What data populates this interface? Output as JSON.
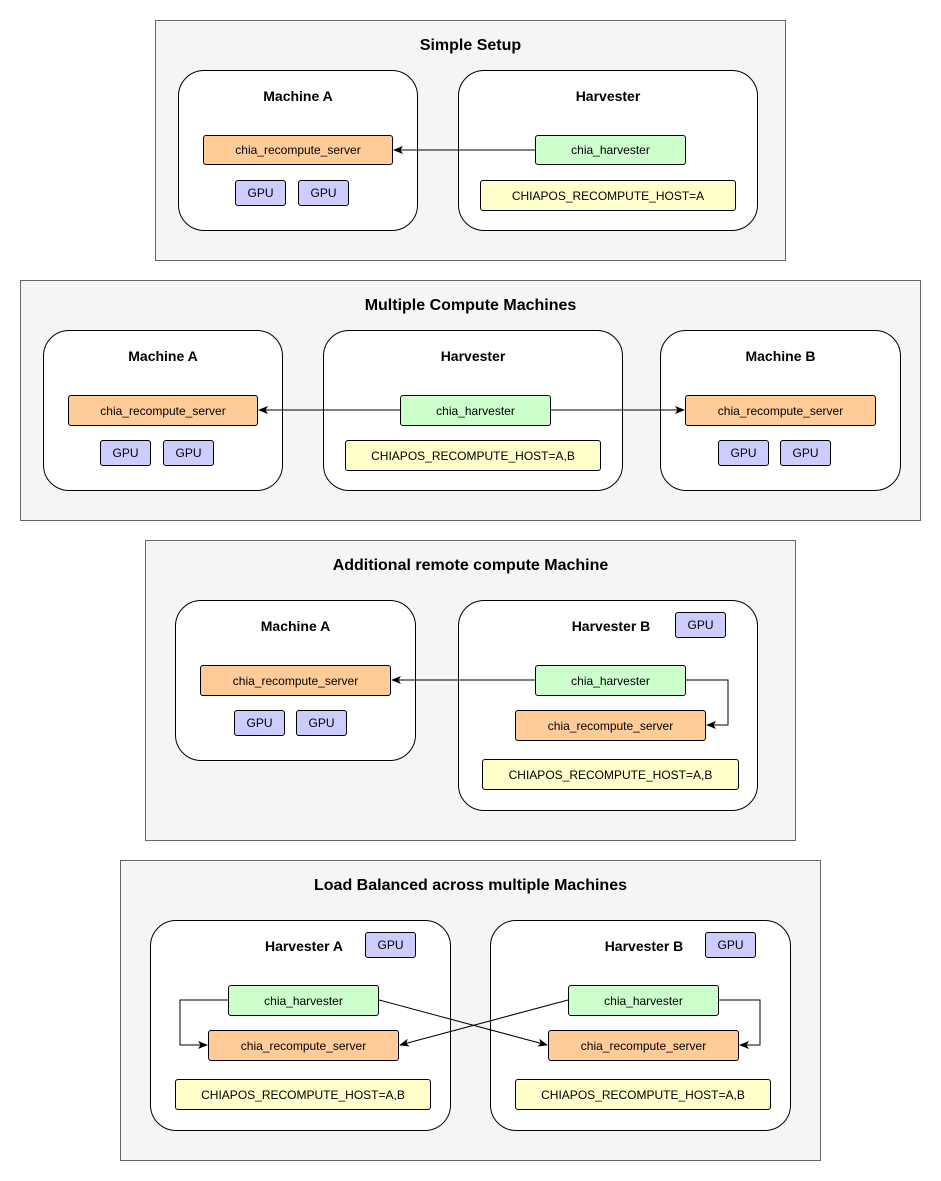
{
  "labels": {
    "server": "chia_recompute_server",
    "harvester": "chia_harvester",
    "gpu": "GPU",
    "env_a": "CHIAPOS_RECOMPUTE_HOST=A",
    "env_ab": "CHIAPOS_RECOMPUTE_HOST=A,B"
  },
  "sections": [
    {
      "title": "Simple Setup",
      "machines": [
        {
          "title": "Machine A"
        },
        {
          "title": "Harvester"
        }
      ]
    },
    {
      "title": "Multiple Compute Machines",
      "machines": [
        {
          "title": "Machine A"
        },
        {
          "title": "Harvester"
        },
        {
          "title": "Machine B"
        }
      ]
    },
    {
      "title": "Additional remote compute Machine",
      "machines": [
        {
          "title": "Machine A"
        },
        {
          "title": "Harvester B"
        }
      ]
    },
    {
      "title": "Load Balanced across multiple Machines",
      "machines": [
        {
          "title": "Harvester A"
        },
        {
          "title": "Harvester B"
        }
      ]
    }
  ],
  "colors": {
    "section_bg": "#f5f5f5",
    "server": "#ffcc99",
    "harvester": "#ccffcc",
    "gpu": "#ccccff",
    "env": "#ffffcc"
  }
}
